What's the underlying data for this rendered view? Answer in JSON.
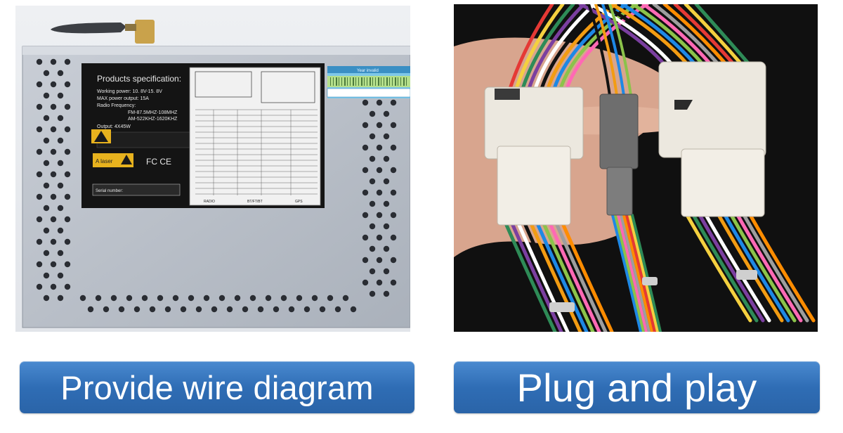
{
  "left_photo": {
    "spec_label": {
      "title": "Products specification:",
      "lines": [
        "Working power: 10. 8V-15. 8V",
        "MAX power output: 15A",
        "Radio Frequency:",
        "FM-87.5MHZ-108MHZ",
        "AM-522KHZ-1620KHZ",
        "Output: 4X45W"
      ],
      "laser_label": "A laser",
      "cert_marks": "FC CE",
      "serial_label": "Serial number:"
    },
    "diagram_labels": [
      "RADIO",
      "BT/FT/BT",
      "GPS"
    ],
    "sticker_text": "Year invalid"
  },
  "captions": {
    "left": "Provide wire diagram",
    "right": "Plug and play"
  }
}
